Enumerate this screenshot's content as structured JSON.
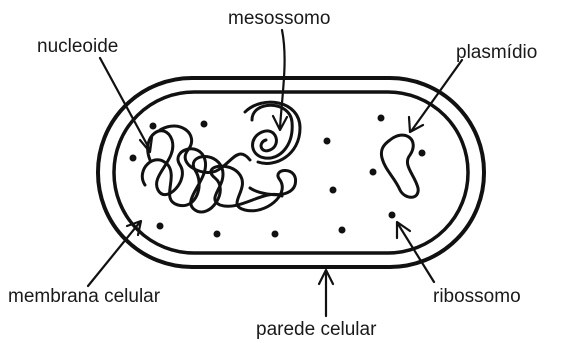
{
  "labels": {
    "nucleoid": "nucleoide",
    "mesosome": "mesossomo",
    "plasmid": "plasmídio",
    "cell_membrane": "membrana celular",
    "ribosome": "ribossomo",
    "cell_wall": "parede celular"
  },
  "colors": {
    "ink": "#111111",
    "background": "#ffffff"
  }
}
